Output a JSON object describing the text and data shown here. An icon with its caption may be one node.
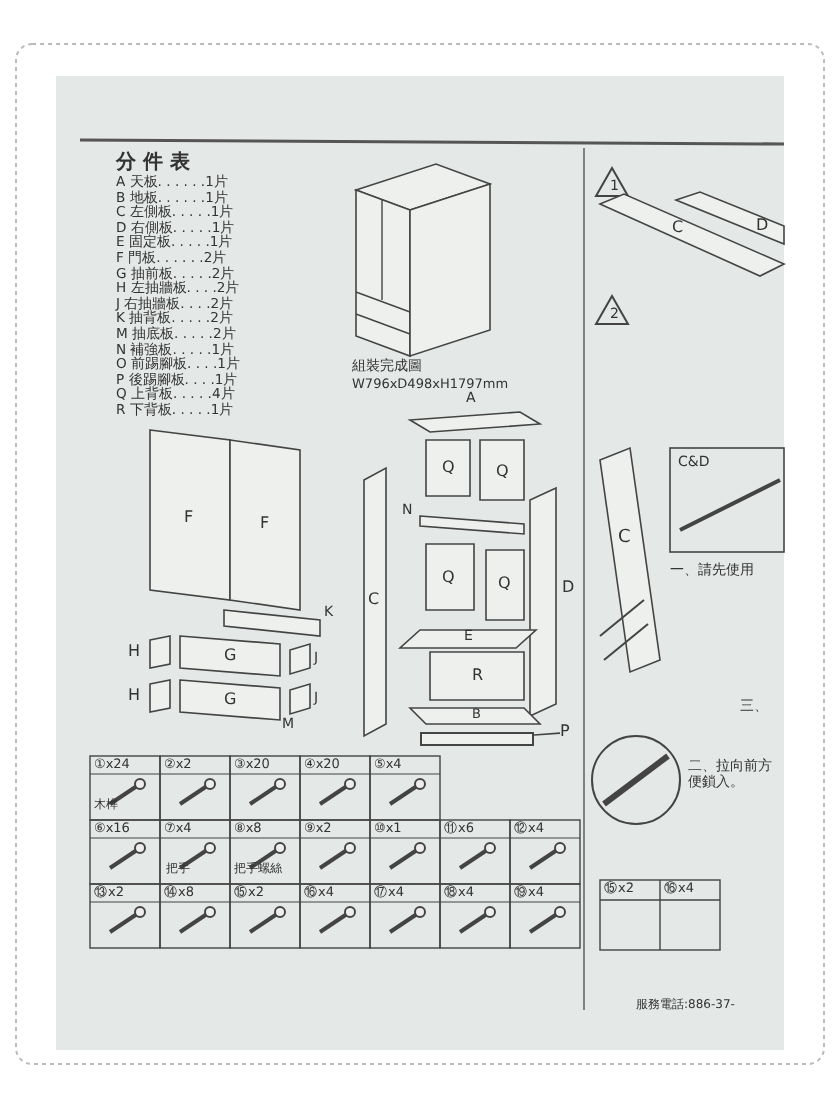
{
  "diagram": {
    "nodes": [
      {
        "text": [
          "P"
        ]
      },
      {
        "text": [],
        "shape": "bar"
      }
    ],
    "edges": [
      {
        "from": 0,
        "to": 1,
        "arrow": "none"
      }
    ],
    "labels": [
      "分 件 表",
      "A 天板. . . . . .1片",
      "B 地板. . . . . .1片",
      "C 左側板. . . . .1片",
      "D 右側板. . . . .1片",
      "E 固定板. . . . .1片",
      "F 門板. . . . . .2片",
      "G 抽前板. . . . .2片",
      "H 左抽牆板. . . .2片",
      "J 右抽牆板. . . .2片",
      "K 抽背板. . . . .2片",
      "M 抽底板. . . . .2片",
      "N 補強板. . . . .1片",
      "O 前踢腳板. . . .1片",
      "P 後踢腳板. . . .1片",
      "Q 上背板. . . . .4片",
      "R 下背板. . . . .1片",
      "組裝完成圖",
      "W796xD498xH1797mm",
      "1",
      "C",
      "D",
      "2",
      "A",
      "Q",
      "Q",
      "N",
      "C",
      "Q",
      "Q",
      "D",
      "E",
      "R",
      "B",
      "F",
      "F",
      "K",
      "H",
      "G",
      "J",
      "H",
      "G",
      "M",
      "J",
      "C&D",
      "一、請先使用",
      "C",
      "二、拉向前方便鎖入。",
      "三、",
      "⑮x2",
      "⑯x4",
      "服務電話:886-37-",
      "①x24",
      "②x2",
      "③x20",
      "④x20",
      "⑤x4",
      "⑥x16",
      "⑦x4",
      "⑧x8",
      "⑨x2",
      "⑩x1",
      "⑪x6",
      "⑫x4",
      "⑬x2",
      "⑭x8",
      "⑮x2",
      "⑯x4",
      "⑰x4",
      "⑱x4",
      "⑲x4",
      "木榫",
      "把手",
      "把手螺絲"
    ]
  }
}
